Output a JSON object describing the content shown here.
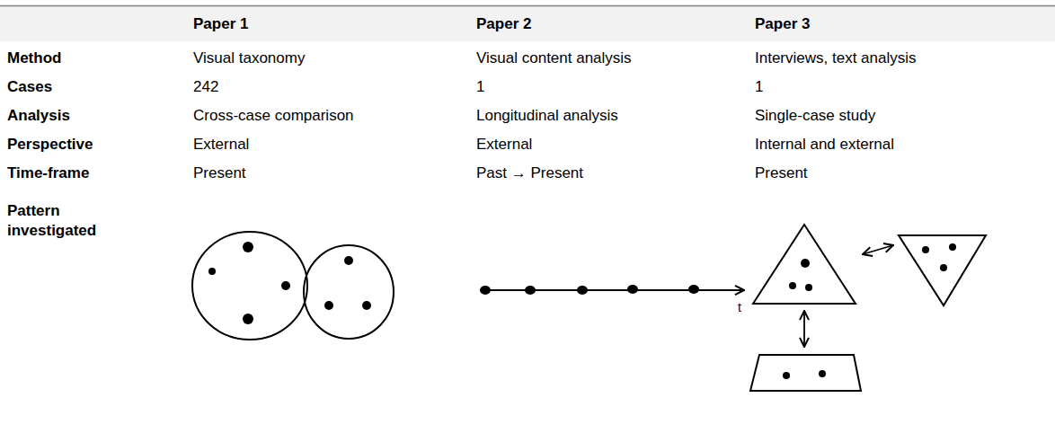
{
  "diagram": {
    "labels": [
      "Paper 1",
      "Paper 2",
      "Paper 3",
      "Method",
      "Visual taxonomy",
      "Visual content analysis",
      "Interviews, text analysis",
      "Cases",
      "242",
      "1",
      "1",
      "Analysis",
      "Cross-case comparison",
      "Longitudinal analysis",
      "Single-case study",
      "Perspective",
      "External",
      "External",
      "Internal and external",
      "Time-frame",
      "Present",
      "Past → Present",
      "Present",
      "Pattern investigated",
      "t"
    ]
  }
}
